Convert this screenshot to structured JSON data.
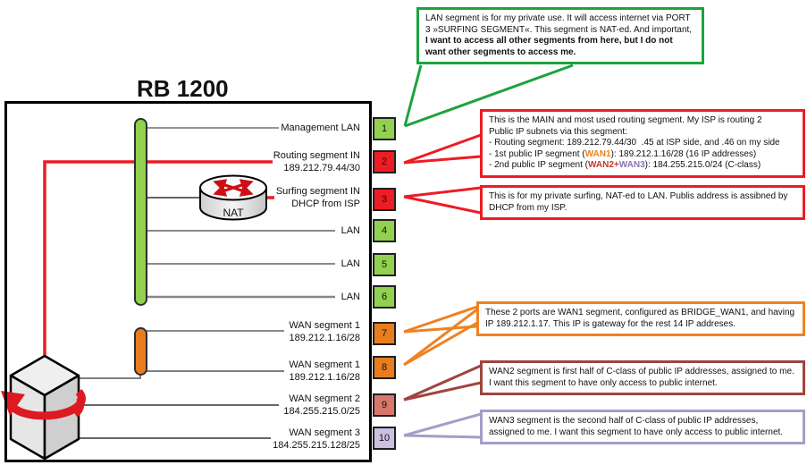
{
  "title": "RB 1200",
  "nat_label": "NAT",
  "accent_colors": {
    "green": "#1aa53c",
    "red": "#ed1c24",
    "orange": "#ef8122",
    "brown": "#9e453e",
    "purple": "#a89cc8",
    "port_green": "#92d14f",
    "port_red": "#ee1c24",
    "port_orange": "#e87d1e",
    "port_salmon": "#d9766c",
    "port_lavender": "#cbc0e2",
    "wan1_text": "#e8821e",
    "wan2_text": "#c0392b",
    "wan3_text": "#8973b3"
  },
  "ports": [
    {
      "num": "1",
      "line1": "Management LAN",
      "line2": "",
      "color": "#92d14f"
    },
    {
      "num": "2",
      "line1": "Routing segment IN",
      "line2": "189.212.79.44/30",
      "color": "#ee1c24"
    },
    {
      "num": "3",
      "line1": "Surfing segment IN",
      "line2": "DHCP from ISP",
      "color": "#ee1c24"
    },
    {
      "num": "4",
      "line1": "LAN",
      "line2": "",
      "color": "#92d14f"
    },
    {
      "num": "5",
      "line1": "LAN",
      "line2": "",
      "color": "#92d14f"
    },
    {
      "num": "6",
      "line1": "LAN",
      "line2": "",
      "color": "#92d14f"
    },
    {
      "num": "7",
      "line1": "WAN segment 1",
      "line2": "189.212.1.16/28",
      "color": "#e87d1e"
    },
    {
      "num": "8",
      "line1": "WAN segment 1",
      "line2": "189.212.1.16/28",
      "color": "#e87d1e"
    },
    {
      "num": "9",
      "line1": "WAN segment 2",
      "line2": "184.255.215.0/25",
      "color": "#d9766c"
    },
    {
      "num": "10",
      "line1": "WAN segment 3",
      "line2": "184.255.215.128/25",
      "color": "#cbc0e2"
    }
  ],
  "callouts": {
    "lan": {
      "text_normal": "LAN segment is for my private use. It will access internet via PORT 3 »SURFING SEGMENT«. This segment is NAT-ed. And important, ",
      "text_bold": "I want to access all other segments from here, but I do not want other segments to access me."
    },
    "routing": {
      "line1": "This is the MAIN and most used routing segment. My ISP is routing 2",
      "line2": "Public IP subnets via this segment:",
      "line3": "- Routing segment: 189.212.79.44/30  .45 at ISP side, and .46 on my side",
      "line4_pre": "- 1st public IP segment (",
      "line4_wan": "WAN1",
      "line4_post": "): 189.212.1.16/28 (16 IP addresses)",
      "line5_pre": "- 2nd public IP segment (",
      "line5_wan2": "WAN2",
      "line5_plus": "+",
      "line5_wan3": "WAN3",
      "line5_post": "): 184.255.215.0/24 (C-class)"
    },
    "surfing": {
      "text": "This is for my private surfing, NAT-ed to LAN. Publis address is assibned by DHCP from my ISP."
    },
    "wan1": {
      "text": "These 2 ports are WAN1 segment, configured as BRIDGE_WAN1, and having IP 189.212.1.17. This IP is gateway for the rest 14 IP addreses."
    },
    "wan2": {
      "text": "WAN2 segment is first half of C-class of public IP addresses, assigned to me. I want this segment to have only access to public internet."
    },
    "wan3": {
      "text": "WAN3 segment is the second half of C-class of public IP addresses, assigned to me. I want this segment to have only access to public internet."
    }
  }
}
